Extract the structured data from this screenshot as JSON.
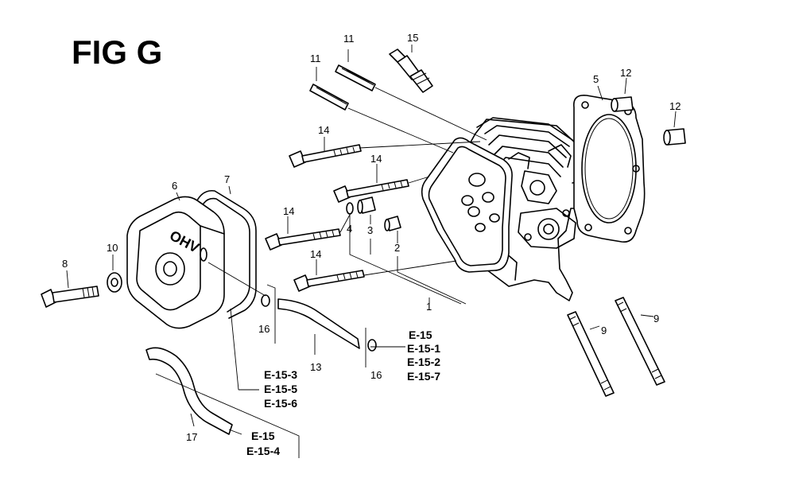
{
  "figure": {
    "title": "FIG G"
  },
  "callouts": {
    "c1": "1",
    "c2": "2",
    "c3": "3",
    "c4": "4",
    "c5": "5",
    "c6": "6",
    "c7": "7",
    "c8": "8",
    "c9a": "9",
    "c9b": "9",
    "c10": "10",
    "c11a": "11",
    "c11b": "11",
    "c12a": "12",
    "c12b": "12",
    "c13": "13",
    "c14a": "14",
    "c14b": "14",
    "c14c": "14",
    "c14d": "14",
    "c15": "15",
    "c16a": "16",
    "c16b": "16",
    "c17": "17"
  },
  "references": {
    "group_right": [
      "E-15",
      "E-15-1",
      "E-15-2",
      "E-15-7"
    ],
    "group_cover": [
      "E-15-3",
      "E-15-5",
      "E-15-6"
    ],
    "group_hose": [
      "E-15",
      "E-15-4"
    ]
  },
  "cover_marking": "OHV"
}
